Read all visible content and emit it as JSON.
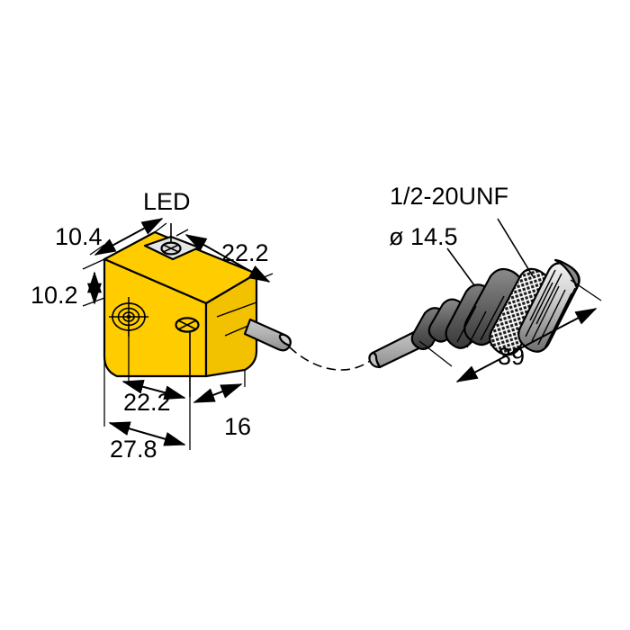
{
  "drawing": {
    "title": "Inductive sensor dimensional drawing",
    "background_color": "#ffffff",
    "line_color": "#000000",
    "body_color": "#FFCC00",
    "body_color_shade": "#F2C200",
    "cable_color": "#B3B3B3",
    "cable_color_shade": "#9A9A9A",
    "connector_gray_light": "#7A7A7A",
    "connector_gray_mid": "#5E5E5E",
    "connector_gray_dark": "#3C3C3C",
    "led_face_color": "#E6E6E6"
  },
  "labels": {
    "led": "LED",
    "thread": "1/2-20UNF",
    "diameter": "ø 14.5"
  },
  "dimensions": {
    "width_top_left": "10.4",
    "height_left": "10.2",
    "length_top_right": "22.2",
    "mounting_hole_spacing": "22.2",
    "depth_bottom": "16",
    "overall_length": "27.8",
    "connector_length": "39"
  },
  "units": "mm",
  "parts": {
    "sensor_body": "sensor-body",
    "led_window": "led-window",
    "sensing_face_target": "sensing-face-target",
    "mounting_screw_top": "mounting-screw-top",
    "mounting_screw_front": "mounting-screw-front",
    "cable_stub_sensor": "cable-stub-sensor",
    "cable_stub_connector": "cable-stub-connector",
    "connector_body": "connector-body",
    "knurled_grip": "knurled-grip",
    "threaded_coupling": "threaded-coupling",
    "strain_relief": "strain-relief"
  }
}
